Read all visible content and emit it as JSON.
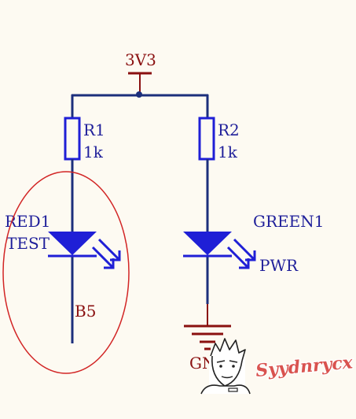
{
  "colors": {
    "background": "#fdfaf2",
    "wire": "#1c2f7c",
    "component": "#1f1fd6",
    "net_label": "#8a1010",
    "designator": "#1f1f9a",
    "highlight_ellipse": "#d22525",
    "watermark": "#d9534f"
  },
  "nets": {
    "power": "3V3",
    "ground": "GND",
    "led1_control": "B5"
  },
  "components": {
    "r1": {
      "designator": "R1",
      "value": "1k"
    },
    "r2": {
      "designator": "R2",
      "value": "1k"
    },
    "led1": {
      "designator": "RED1",
      "comment": "TEST"
    },
    "led2": {
      "designator": "GREEN1",
      "comment": "PWR"
    }
  },
  "annotations": {
    "highlight": "red-ellipse-around-red1-led"
  },
  "watermark": {
    "text": "Syydnrycx",
    "icon": "cartoon-face-icon"
  }
}
